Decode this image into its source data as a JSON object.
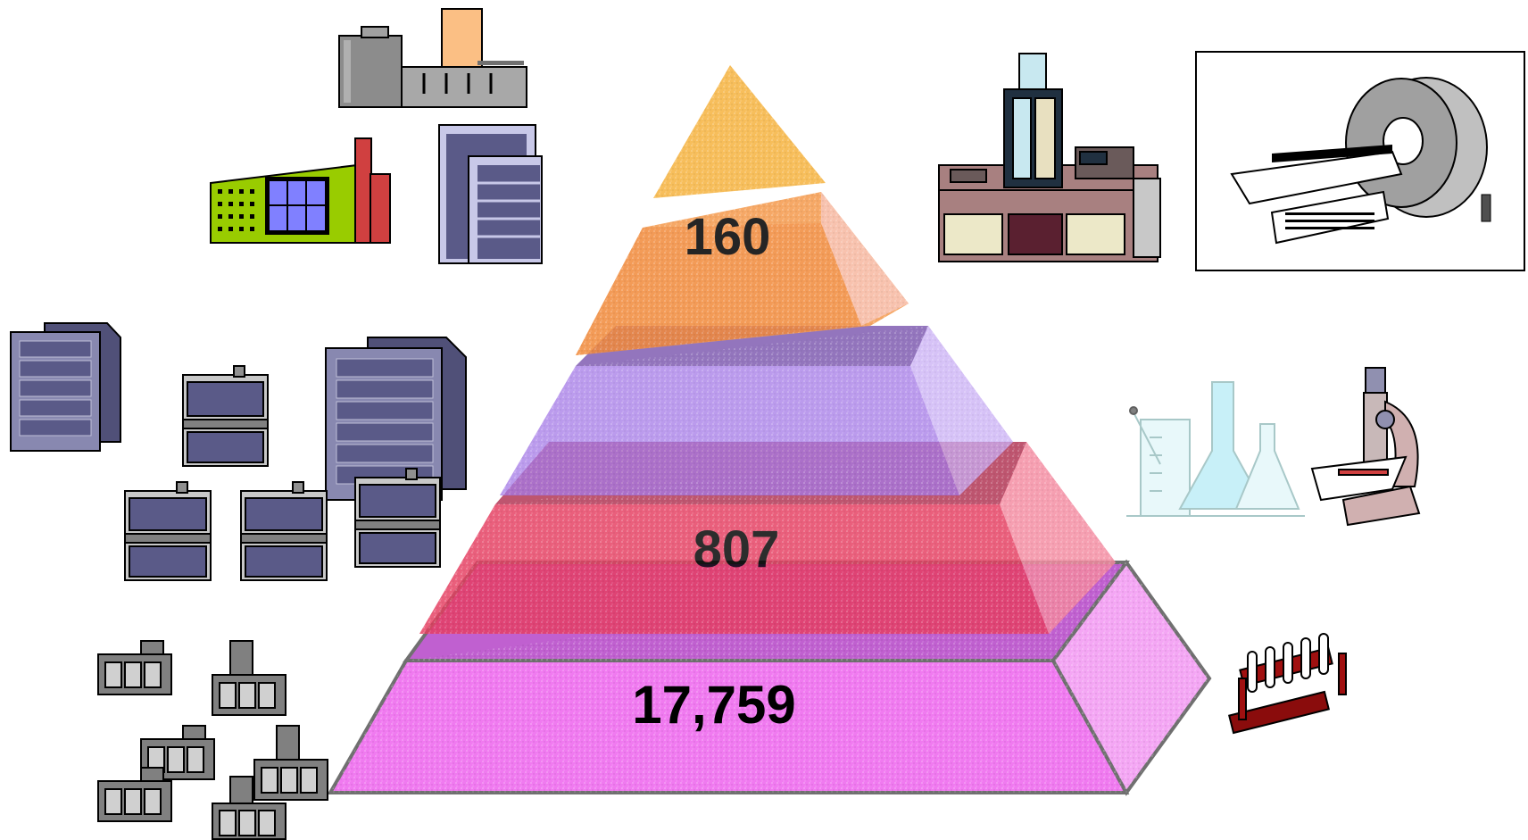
{
  "pyramid": {
    "tiers": [
      {
        "label": "",
        "color": "#f7b84a",
        "count_shown": false
      },
      {
        "label": "160",
        "color": "#f59a4c",
        "count_shown": true
      },
      {
        "label": "",
        "color": "#b38cf0",
        "count_shown": false
      },
      {
        "label": "807",
        "color": "#f04a6a",
        "count_shown": true
      },
      {
        "label": "17,759",
        "color": "#ee66ee",
        "count_shown": true
      }
    ]
  },
  "icons": {
    "left": [
      "hospital-complex-icon",
      "modern-building-icon",
      "office-tower-icon",
      "apartment-blocks-icon",
      "small-clinic-buildings-icon"
    ],
    "right": [
      "electron-microscope-lab-icon",
      "mri-scanner-icon",
      "lab-glassware-icon",
      "microscope-icon",
      "test-tube-rack-icon"
    ]
  }
}
